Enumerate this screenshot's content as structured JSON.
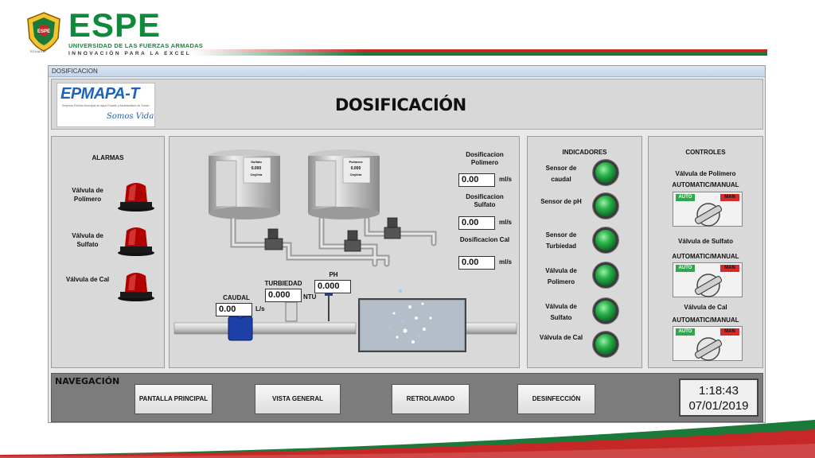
{
  "header": {
    "brand": "ESPE",
    "brand_sub": "UNIVERSIDAD DE LAS FUERZAS ARMADAS",
    "brand_slogan": "INNOVACIÓN PARA LA EXCELENCIA",
    "crest_text": "ESPE",
    "crest_caption": "ECUADOR"
  },
  "window": {
    "title": "DOSIFICACION"
  },
  "logo": {
    "name": "EPMAPA-T",
    "fine_print": "Empresa Pública Municipal de Agua Potable y Alcantarillado de Tulcán",
    "slogan": "Somos Vida"
  },
  "page_title": "DOSIFICACIÓN",
  "alarms": {
    "title": "ALARMAS",
    "items": [
      {
        "label": "Válvula de Polímero"
      },
      {
        "label": "Válvula de Sulfato"
      },
      {
        "label": "Válvula de Cal"
      }
    ]
  },
  "process": {
    "tank1": {
      "line1": "Sulfato",
      "line2": "0.000",
      "line3": "Oxyliria"
    },
    "tank2": {
      "line1": "Polímero",
      "line2": "0.000",
      "line3": "Oxyliria"
    },
    "dosing": [
      {
        "label": "Dosificacion Polimero",
        "value": "0.00",
        "unit": "ml/s"
      },
      {
        "label": "Dosificacion Sulfato",
        "value": "0.00",
        "unit": "ml/s"
      },
      {
        "label": "Dosificacion Cal",
        "value": "0.00",
        "unit": "ml/s"
      }
    ],
    "caudal": {
      "label": "CAUDAL",
      "value": "0.00",
      "unit": "L/s"
    },
    "turbiedad": {
      "label": "TURBIEDAD",
      "value": "0.000",
      "unit": "NTU"
    },
    "ph": {
      "label": "PH",
      "value": "0.000"
    }
  },
  "indicators": {
    "title": "INDICADORES",
    "items": [
      {
        "label": "Sensor de caudal"
      },
      {
        "label": "Sensor de pH"
      },
      {
        "label": "Sensor de Turbiedad"
      },
      {
        "label": "Válvula de Polimero"
      },
      {
        "label": "Válvula de Sulfato"
      },
      {
        "label": "Válvula de Cal"
      }
    ],
    "lamp_color": "#2bb24a"
  },
  "controls": {
    "title": "CONTROLES",
    "items": [
      {
        "name": "Válvula de Polímero",
        "mode": "AUTOMATIC/MANUAL",
        "auto": "AUTO",
        "man": "MAN"
      },
      {
        "name": "Válvula de Sulfato",
        "mode": "AUTOMATIC/MANUAL",
        "auto": "AUTO",
        "man": "MAN"
      },
      {
        "name": "Válvula de Cal",
        "mode": "AUTOMATIC/MANUAL",
        "auto": "AUTO",
        "man": "MAN"
      }
    ]
  },
  "navigation": {
    "title": "NAVEGACIÓN",
    "buttons": [
      {
        "label": "PANTALLA PRINCIPAL"
      },
      {
        "label": "VISTA GENERAL"
      },
      {
        "label": "RETROLAVADO"
      },
      {
        "label": "DESINFECCIÓN"
      }
    ],
    "clock": {
      "time": "1:18:43",
      "date": "07/01/2019"
    }
  },
  "colors": {
    "brand_green": "#0f8a3a",
    "brand_red": "#c62828",
    "alarm_red": "#b00000",
    "auto_green": "#2da84a",
    "man_red": "#d62b2b"
  }
}
